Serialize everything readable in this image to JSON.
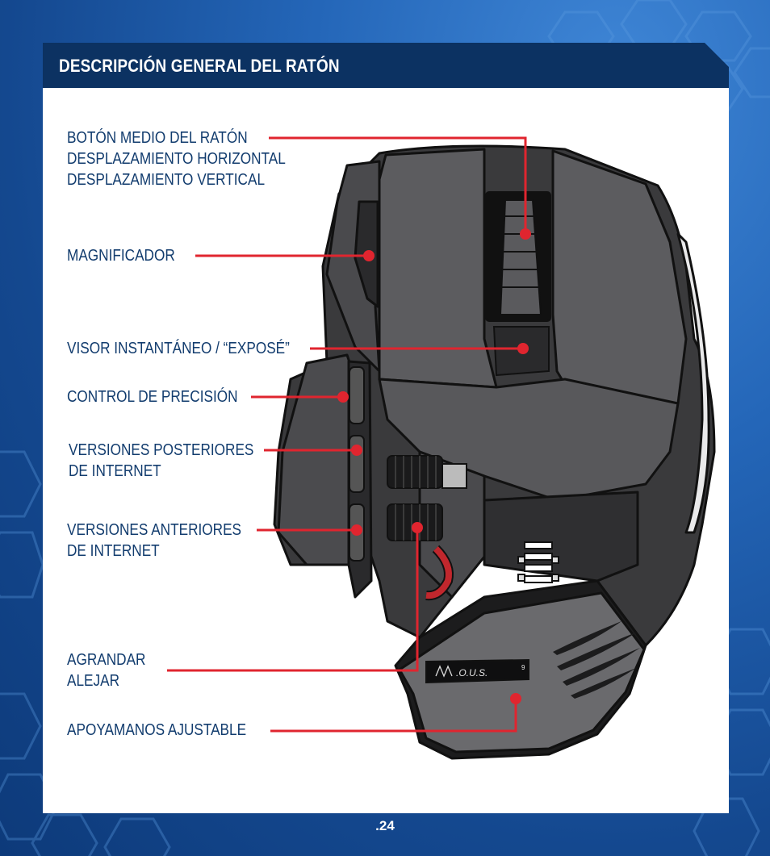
{
  "header": {
    "title": "DESCRIPCIÓN GENERAL DEL RATÓN"
  },
  "callouts": {
    "middle_button": {
      "line1": "BOTÓN MEDIO DEL RATÓN",
      "line2": "DESPLAZAMIENTO HORIZONTAL",
      "line3": "DESPLAZAMIENTO VERTICAL"
    },
    "magnifier": {
      "line1": "MAGNIFICADOR"
    },
    "expose": {
      "line1": "VISOR INSTANTÁNEO / “EXPOSÉ”"
    },
    "precision": {
      "line1": "CONTROL DE PRECISIÓN"
    },
    "internet_forward": {
      "line1": "VERSIONES POSTERIORES",
      "line2": "DE INTERNET"
    },
    "internet_back": {
      "line1": "VERSIONES ANTERIORES",
      "line2": "DE INTERNET"
    },
    "zoom": {
      "line1": "AGRANDAR",
      "line2": "ALEJAR"
    },
    "palm_rest": {
      "line1": "APOYAMANOS AJUSTABLE"
    }
  },
  "product_logo": "M.O.U.S. 9",
  "footer": {
    "page_number": ".24"
  },
  "colors": {
    "header_bg": "#0c3262",
    "label_text": "#123c6e",
    "callout_line": "#e0252f",
    "background_blue": "#1f5fb0"
  },
  "icons": [
    "hexagon-pattern-background",
    "mouse-illustration",
    "claw-mark-logo"
  ]
}
